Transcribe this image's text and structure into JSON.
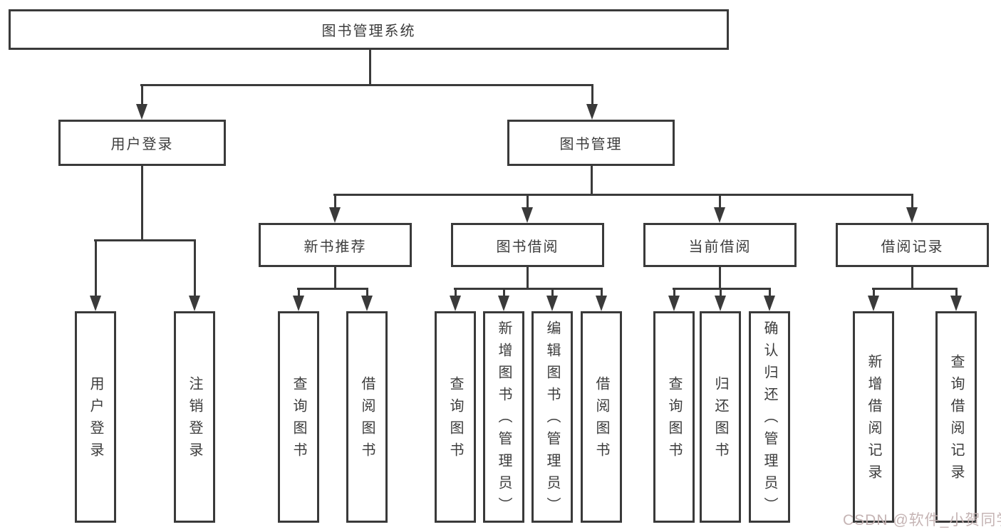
{
  "diagram": {
    "title_node": "图书管理系统",
    "level2": {
      "user_login": "用户登录",
      "book_mgmt": "图书管理"
    },
    "level3": {
      "new_book_rec": "新书推荐",
      "book_borrow": "图书借阅",
      "current_borrow": "当前借阅",
      "borrow_records": "借阅记录"
    },
    "leaves": {
      "user_login": "用户登录",
      "logout": "注销登录",
      "rec_query": "查询图书",
      "rec_borrow": "借阅图书",
      "bb_query": "查询图书",
      "bb_add": "新增图书（管理员）",
      "bb_edit": "编辑图书（管理员）",
      "bb_borrow": "借阅图书",
      "cb_query": "查询图书",
      "cb_return": "归还图书",
      "cb_confirm": "确认归还（管理员）",
      "br_add": "新增借阅记录",
      "br_query": "查询借阅记录"
    },
    "watermark": "CSDN @软件_小贺同学",
    "colors": {
      "line": "#3a3a3a",
      "text": "#3c3c3c",
      "background": "#ffffff",
      "watermark": "#c2b0b0"
    }
  }
}
